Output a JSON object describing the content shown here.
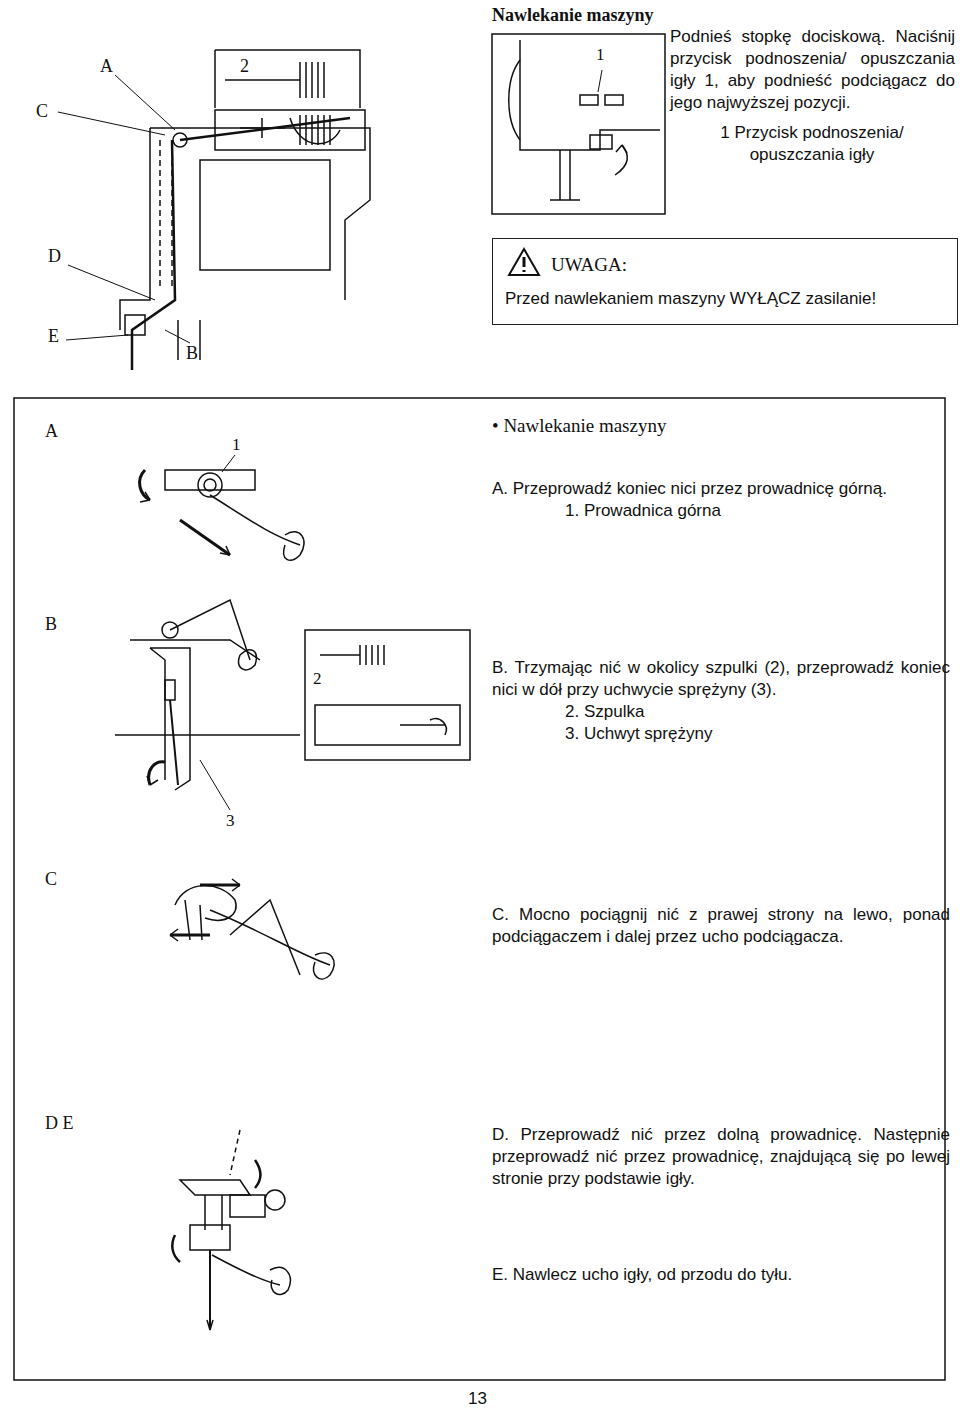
{
  "diagram": {
    "title": "Nawlekanie maszyny",
    "nodes": [
      {
        "text": [
          "UWAGA:",
          "Przed nawlekaniem maszyny WYŁĄCZ zasilanie!"
        ]
      }
    ],
    "labels": [
      "C",
      "A",
      "2",
      "D",
      "E",
      "B",
      "Podnieś stopkę dociskową. Naciśnij przycisk podnoszenia/ opuszczania igły 1, aby podnieść podciągacz do jego najwyższej pozycji.",
      "1",
      "1 Przycisk podnoszenia/ opuszczania igły",
      "A",
      "1",
      "• Nawlekanie maszyny",
      "A. Przeprowadź koniec nici przez prowadnicę górną.",
      "1. Prowadnica górna",
      "B",
      "2",
      "3",
      "B. Trzymając nić w okolicy szpulki (2), przeprowadź koniec nici w dół przy uchwycie sprężyny (3).",
      "2. Szpulka",
      "3. Uchwyt sprężyny",
      "C",
      "C. Mocno pociągnij nić z prawej strony na lewo, ponad podciągaczem i dalej przez ucho podciągacza.",
      "D E",
      "D. Przeprowadź nić przez dolną prowadnicę. Następnie przeprowadź nić przez prowadnicę, znajdującą się po lewej stronie przy podstawie igły.",
      "E. Nawlecz ucho igły, od przodu do tyłu.",
      "13"
    ]
  }
}
